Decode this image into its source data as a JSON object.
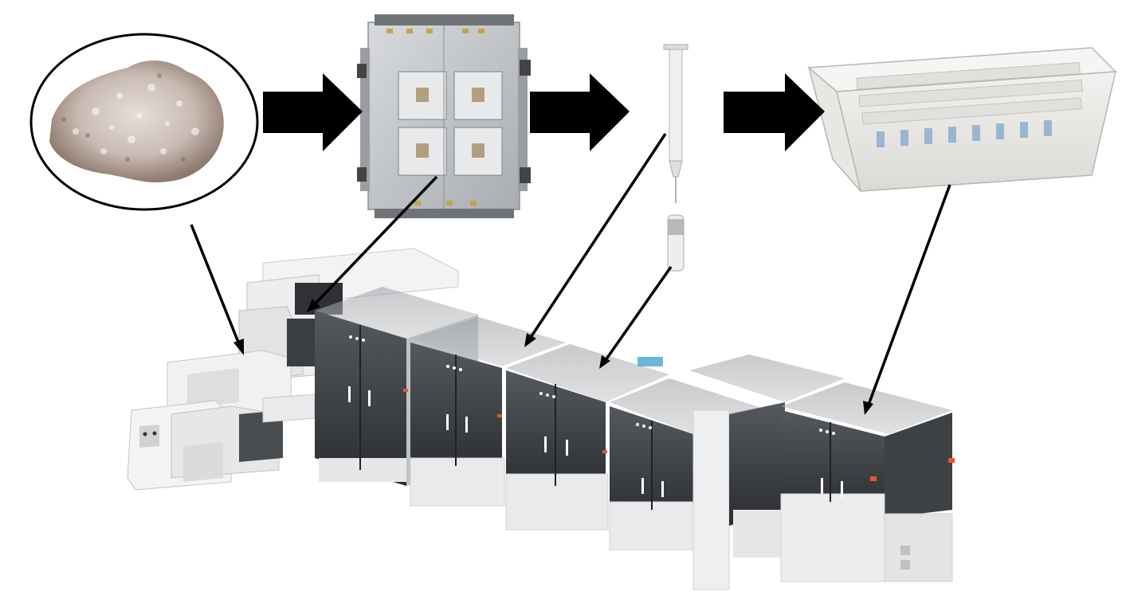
{
  "diagram": {
    "process_stages": [
      {
        "id": "raw-granulate",
        "icon": "plastic-granules-icon"
      },
      {
        "id": "injection-mold",
        "icon": "injection-mold-icon"
      },
      {
        "id": "molded-parts",
        "icon": "syringe-barrel-icon"
      },
      {
        "id": "nest-tray",
        "icon": "nest-tub-icon"
      }
    ],
    "machine": {
      "icon": "production-line-icon"
    },
    "colors": {
      "arrow": "#000000",
      "machine_frame": "#e9eaeb",
      "machine_glass": "#3a3d40",
      "accent": "#e8572a",
      "background": "#ffffff"
    }
  }
}
